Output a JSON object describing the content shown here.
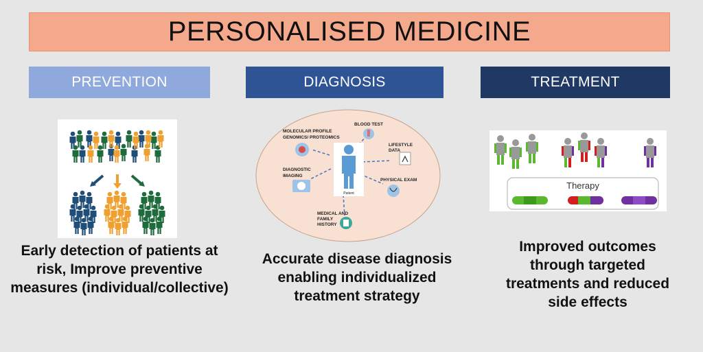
{
  "title": "PERSONALISED MEDICINE",
  "columns": {
    "prevention": {
      "heading": "PREVENTION",
      "caption": "Early detection of patients at risk, Improve preventive measures (individual/collective)"
    },
    "diagnosis": {
      "heading": "DIAGNOSIS",
      "caption": "Accurate disease diagnosis enabling individualized treatment strategy",
      "center_label": "Patient",
      "nodes": {
        "blood_test": "BLOOD TEST",
        "molecular_1": "MOLECULAR PROFILE",
        "molecular_2": "GENOMICS/ PROTEOMICS",
        "lifestyle_1": "LIFESTYLE",
        "lifestyle_2": "DATA",
        "imaging_1": "DIAGNOSTIC",
        "imaging_2": "IMAGING",
        "physical": "PHYSICAL EXAM",
        "history_1": "MEDICAL AND",
        "history_2": "FAMILY",
        "history_3": "HISTORY"
      }
    },
    "treatment": {
      "heading": "TREATMENT",
      "caption": "Improved outcomes through targeted treatments and reduced side effects",
      "therapy_label": "Therapy"
    }
  },
  "colors": {
    "title_bg": "#f4a98c",
    "prevention_bg": "#8fa9dc",
    "diagnosis_bg": "#2f5496",
    "treatment_bg": "#203864",
    "green_group": "#1e6b3c",
    "orange_group": "#f0a030",
    "blue_group": "#1f4e79",
    "ellipse_fill": "#f8e0d2"
  }
}
